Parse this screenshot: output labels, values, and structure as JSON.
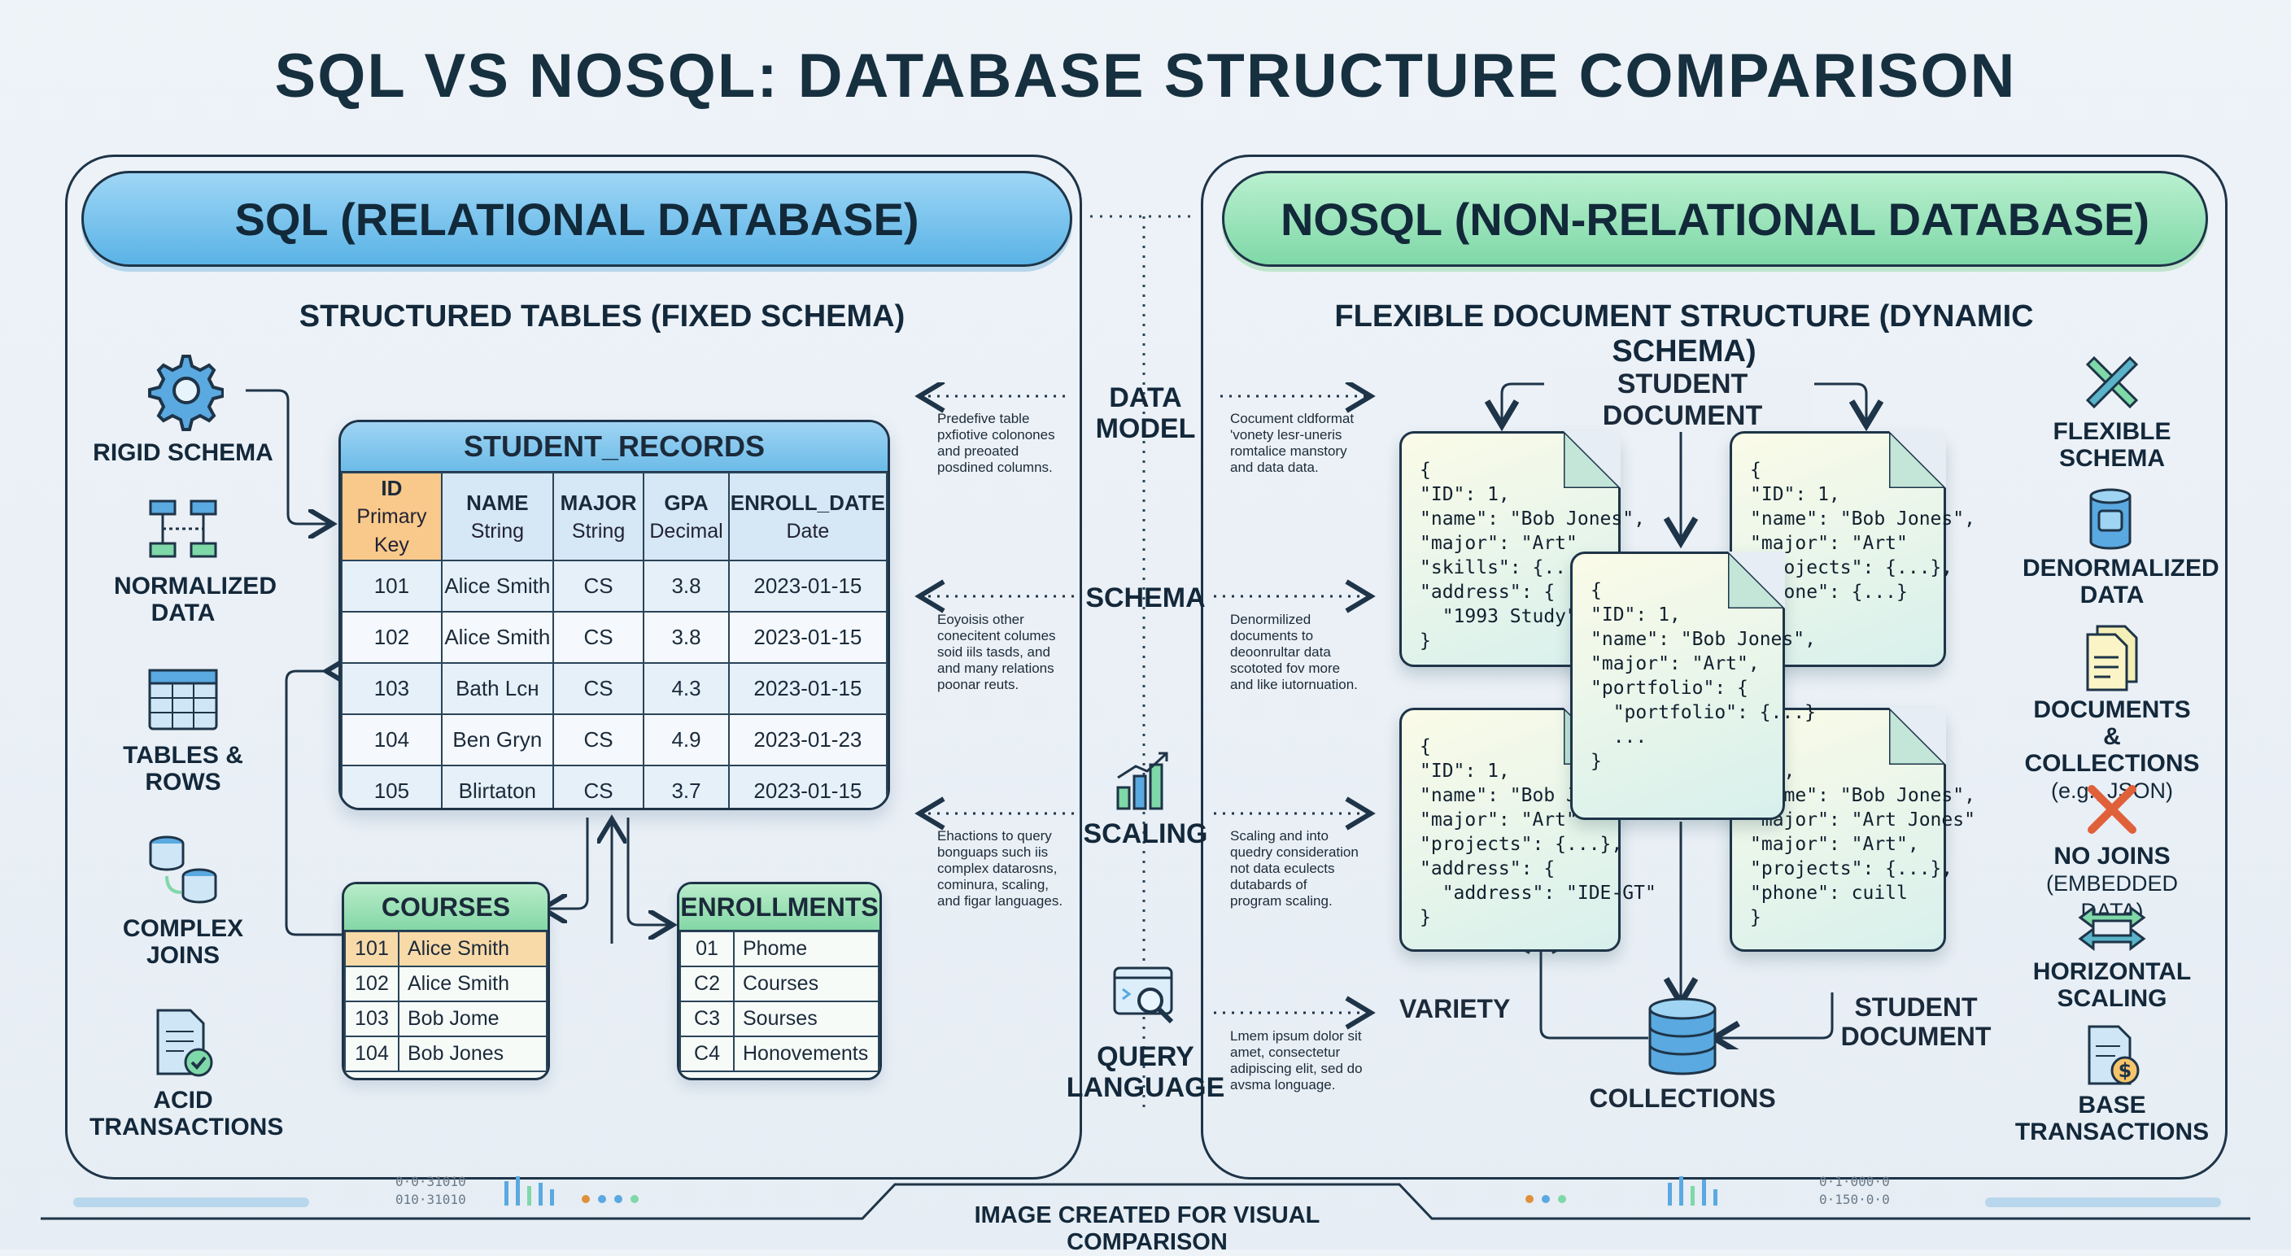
{
  "title": "SQL VS NOSQL: DATABASE STRUCTURE COMPARISON",
  "sql": {
    "header": "SQL (RELATIONAL DATABASE)",
    "subtitle": "STRUCTURED TABLES (FIXED SCHEMA)",
    "features": [
      "RIGID SCHEMA",
      "NORMALIZED DATA",
      "TABLES & ROWS",
      "COMPLEX JOINS",
      "ACID TRANSACTIONS"
    ],
    "main_table": {
      "name": "STUDENT_RECORDS",
      "columns": [
        {
          "name": "ID",
          "type": "Primary Key"
        },
        {
          "name": "NAME",
          "type": "String"
        },
        {
          "name": "MAJOR",
          "type": "String"
        },
        {
          "name": "GPA",
          "type": "Decimal"
        },
        {
          "name": "ENROLL_DATE",
          "type": "Date"
        }
      ],
      "rows": [
        [
          "101",
          "Alice Smith",
          "CS",
          "3.8",
          "2023-01-15"
        ],
        [
          "102",
          "Alice Smith",
          "CS",
          "3.8",
          "2023-01-15"
        ],
        [
          "103",
          "Bath Lcн",
          "CS",
          "4.3",
          "2023-01-15"
        ],
        [
          "104",
          "Ben Gryn",
          "CS",
          "4.9",
          "2023-01-23"
        ],
        [
          "105",
          "Blirtaton",
          "CS",
          "3.7",
          "2023-01-15"
        ]
      ]
    },
    "courses": {
      "name": "COURSES",
      "rows": [
        [
          "101",
          "Alice Smith"
        ],
        [
          "102",
          "Alice Smith"
        ],
        [
          "103",
          "Bob Jome"
        ],
        [
          "104",
          "Bob Jones"
        ]
      ]
    },
    "enrollments": {
      "name": "ENROLLMENTS",
      "rows": [
        [
          "01",
          "Phome"
        ],
        [
          "C2",
          "Courses"
        ],
        [
          "C3",
          "Sourses"
        ],
        [
          "C4",
          "Honovements"
        ]
      ]
    }
  },
  "center": {
    "items": [
      {
        "label": "DATA MODEL",
        "left_note": "Predefive table\npxfiotive colonones\nand preoated\nposdined columns.",
        "right_note": "Cocument cldformat\n'vonety lesr-uneris\nromtalice manstory\nand data data."
      },
      {
        "label": "SCHEMA",
        "left_note": "Eoyoisis other\nconecitent columes\nsoid iils tasds, and\nand many relations\npoonar reuts.",
        "right_note": "Denormilized\ndocuments to\ndeoonrultar data\nscototed fov more\nand like iutornuation."
      },
      {
        "label": "SCALING",
        "left_note": "Ehactions to query\nbonguaps such iis\ncomplex datarosns,\ncominura, scaling,\nand figar languages.",
        "right_note": "Scaling and into\nquedry consideration\nnot data eculects\ndutabards of\nprogram scaling."
      },
      {
        "label": "QUERY LANGUAGE",
        "left_note": "",
        "right_note": "Lmem ipsum dolor sit\namet, consectetur\nadipiscing elit, sed do\navsma longuage."
      }
    ]
  },
  "nosql": {
    "header": "NOSQL (NON-RELATIONAL DATABASE)",
    "subtitle": "FLEXIBLE DOCUMENT STRUCTURE (DYNAMIC SCHEMA)",
    "doc_top_label": "STUDENT DOCUMENT",
    "docs": [
      "{\n\"ID\": 1,\n\"name\": \"Bob Jones\",\n\"major\": \"Art\"\n\"skills\": {...},\n\"address\": {\n  \"1993 Study\",\n}",
      "{\n\"ID\": 1,\n\"name\": \"Bob Jones\",\n\"major\": \"Art\"\n\"projects\": {...},\n\"phone\": {...}",
      "{\n\"ID\": 1,\n\"name\": \"Bob Jones\",\n\"major\": \"Art\",\n\"portfolio\": {\n  \"portfolio\": {...}\n  ...\n}",
      "{\n\"ID\": 1,\n\"name\": \"Bob Jon\n\"major\": \"Art\"\n\"projects\": {...},\n\"address\": {\n  \"address\": \"IDE-GT\"\n}",
      "{\n  1,\n\"name\": \"Bob Jones\",\n\"major\": \"Art Jones\"\n\"major\": \"Art\",\n\"projects\": {...},\n\"phone\": cuill\n}"
    ],
    "variety_label": "VARIETY",
    "collections_label": "COLLECTIONS",
    "student_document_label": "STUDENT\nDOCUMENT",
    "features": [
      {
        "label": "FLEXIBLE SCHEMA",
        "sub": ""
      },
      {
        "label": "DENORMALIZED DATA",
        "sub": ""
      },
      {
        "label": "DOCUMENTS & COLLECTIONS",
        "sub": "(e.g., JSON)"
      },
      {
        "label": "NO JOINS",
        "sub": "(EMBEDDED DATA)"
      },
      {
        "label": "HORIZONTAL SCALING",
        "sub": ""
      },
      {
        "label": "BASE TRANSACTIONS",
        "sub": ""
      }
    ]
  },
  "footer": {
    "banner": "IMAGE CREATED FOR VISUAL COMPARISON",
    "left_code": "0·0·31010\n010·31010",
    "right_code": "0·1·000·0\n0·150·0·0"
  },
  "colors": {
    "sql_accent": "#5ab3e6",
    "nosql_accent": "#7fd8a8",
    "outline": "#1e3448",
    "pk_highlight": "#f8c98a"
  }
}
